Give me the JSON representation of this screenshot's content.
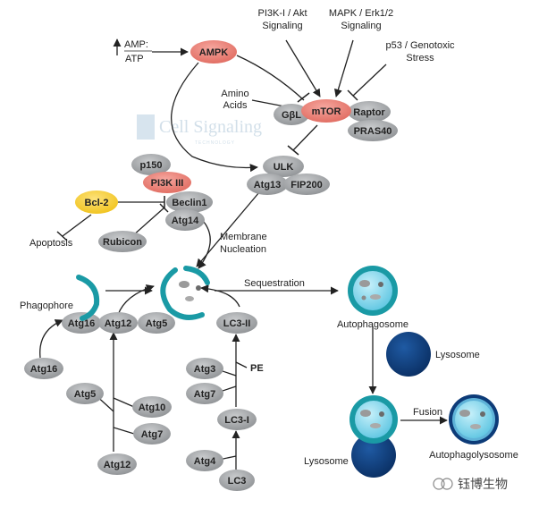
{
  "labels": {
    "amp_atp_top": "AMP:",
    "amp_atp_bottom": "ATP",
    "pi3k_akt": "PI3K-I / Akt",
    "pi3k_akt_2": "Signaling",
    "mapk": "MAPK / Erk1/2",
    "mapk_2": "Signaling",
    "p53": "p53 / Genotoxic",
    "p53_2": "Stress",
    "amino": "Amino",
    "amino_2": "Acids",
    "apoptosis": "Apoptosis",
    "membrane": "Membrane",
    "membrane_2": "Nucleation",
    "phagophore": "Phagophore",
    "sequestration": "Sequestration",
    "autophagosome": "Autophagosome",
    "lysosome_a": "Lysosome",
    "lysosome_b": "Lysosome",
    "fusion": "Fusion",
    "autophagolysosome": "Autophagolysosome",
    "pe": "PE"
  },
  "nodes": {
    "ampk": "AMPK",
    "mtor": "mTOR",
    "gbl": "GβL",
    "raptor": "Raptor",
    "pras40": "PRAS40",
    "ulk": "ULK",
    "atg13": "Atg13",
    "fip200": "FIP200",
    "p150": "p150",
    "pi3k3": "PI3K III",
    "beclin1": "Beclin1",
    "atg14": "Atg14",
    "bcl2": "Bcl-2",
    "rubicon": "Rubicon",
    "atg16_a": "Atg16",
    "atg12_a": "Atg12",
    "atg5_a": "Atg5",
    "atg16_b": "Atg16",
    "atg5_b": "Atg5",
    "atg10": "Atg10",
    "atg7_a": "Atg7",
    "atg12_b": "Atg12",
    "lc3ii": "LC3-II",
    "atg3": "Atg3",
    "atg7_b": "Atg7",
    "lc3i": "LC3-I",
    "atg4": "Atg4",
    "lc3": "LC3"
  },
  "watermark": {
    "title": "Cell Signaling",
    "sub": "TECHNOLOGY"
  },
  "brand": "钰博生物",
  "colors": {
    "grey_node": "#a7a9ac",
    "red_node": "#ef8a80",
    "yellow_node": "#f7d23c",
    "teal": "#1a9aa5",
    "lysosome_blue": "#0d3b78",
    "vesicle_fill": "#6ecfe6"
  }
}
